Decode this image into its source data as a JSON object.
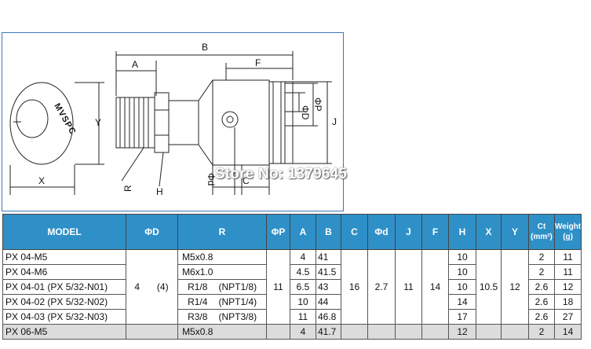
{
  "drawing": {
    "labels": {
      "B": "B",
      "A": "A",
      "F": "F",
      "D": "ΦD",
      "P": "ΦP",
      "J": "J",
      "Y": "Y",
      "X": "X",
      "R": "R",
      "H": "H",
      "d": "Φd",
      "C": "C"
    },
    "brand": "MVSPC"
  },
  "watermark": "Store No: 1379645",
  "table": {
    "headers": {
      "model": "MODEL",
      "d_outer": "ΦD",
      "r": "R",
      "p": "ΦP",
      "a": "A",
      "b": "B",
      "c": "C",
      "d_small": "Φd",
      "j": "J",
      "f": "F",
      "h": "H",
      "x": "X",
      "y": "Y",
      "ct_line1": "Ct",
      "ct_line2": "(mm²)",
      "weight_line1": "Weight",
      "weight_line2": "(g)"
    },
    "rows": [
      {
        "model": "PX 04-M5",
        "model_alt": "",
        "r": "M5x0.8",
        "r_npt": "",
        "a": "4",
        "b": "41",
        "h": "10",
        "ct": "2",
        "w": "11"
      },
      {
        "model": "PX 04-M6",
        "model_alt": "",
        "r": "M6x1.0",
        "r_npt": "",
        "a": "4.5",
        "b": "41.5",
        "h": "10",
        "ct": "2",
        "w": "11"
      },
      {
        "model": "PX 04-01",
        "model_alt": "(PX 5/32-N01)",
        "r": "R1/8",
        "r_npt": "(NPT1/8)",
        "a": "6.5",
        "b": "43",
        "h": "10",
        "ct": "2.6",
        "w": "12"
      },
      {
        "model": "PX 04-02",
        "model_alt": "(PX 5/32-N02)",
        "r": "R1/4",
        "r_npt": "(NPT1/4)",
        "a": "10",
        "b": "44",
        "h": "14",
        "ct": "2.6",
        "w": "18"
      },
      {
        "model": "PX 04-03",
        "model_alt": "(PX 5/32-N03)",
        "r": "R3/8",
        "r_npt": "(NPT3/8)",
        "a": "11",
        "b": "46.8",
        "h": "17",
        "ct": "2.6",
        "w": "27"
      },
      {
        "model": "PX 06-M5",
        "model_alt": "",
        "r": "M5x0.8",
        "r_npt": "",
        "a": "4",
        "b": "41.7",
        "h": "12",
        "ct": "2",
        "w": "14"
      }
    ],
    "group": {
      "d_outer": "4",
      "d_outer_alt": "(4)",
      "p": "11",
      "c": "16",
      "d_small": "2.7",
      "j": "11",
      "f": "14",
      "x": "10.5",
      "y": "12"
    }
  }
}
